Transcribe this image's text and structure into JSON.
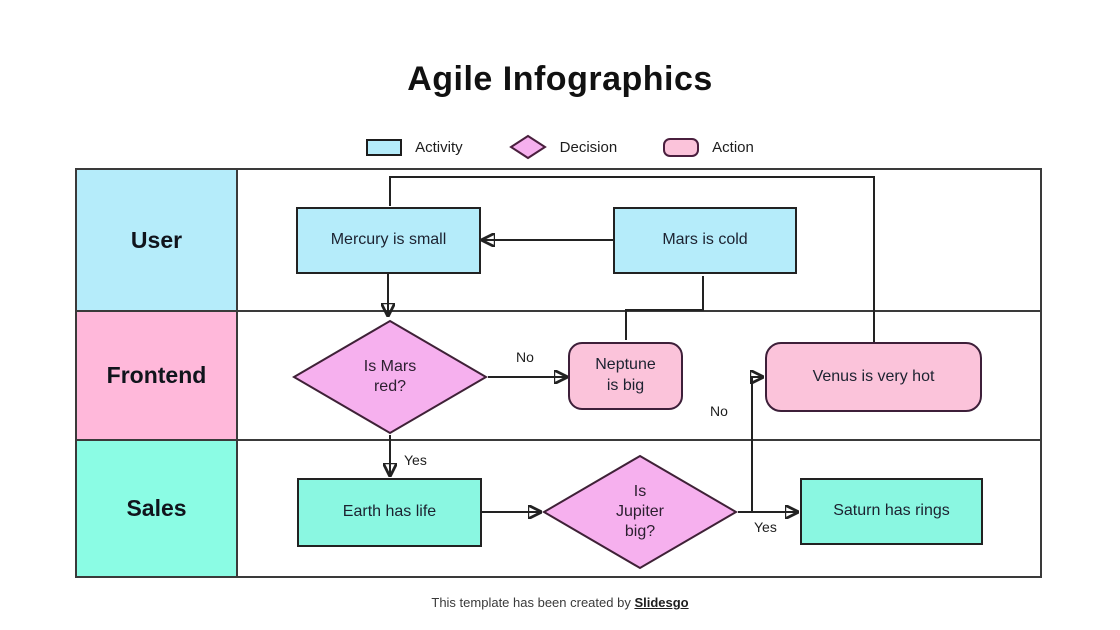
{
  "title": "Agile Infographics",
  "legend": [
    {
      "label": "Activity",
      "shape": "rect"
    },
    {
      "label": "Decision",
      "shape": "diamond"
    },
    {
      "label": "Action",
      "shape": "rounded-rect"
    }
  ],
  "lanes": [
    {
      "label": "User",
      "color": "#b5ecfa"
    },
    {
      "label": "Frontend",
      "color": "#ffb8da"
    },
    {
      "label": "Sales",
      "color": "#8bfce4"
    }
  ],
  "nodes": {
    "mercury": {
      "label": "Mercury is small",
      "type": "activity",
      "color": "#b5ecfa"
    },
    "mars": {
      "label": "Mars is cold",
      "type": "activity",
      "color": "#b5ecfa"
    },
    "is_mars_red": {
      "label": "Is Mars\nred?",
      "type": "decision",
      "color": "#f6b0ee"
    },
    "neptune": {
      "label": "Neptune\nis big",
      "type": "action",
      "color": "#fbc3da"
    },
    "venus": {
      "label": "Venus is very hot",
      "type": "action",
      "color": "#fbc3da"
    },
    "earth": {
      "label": "Earth has life",
      "type": "activity",
      "color": "#8af7e1"
    },
    "is_jupiter_big": {
      "label": "Is\nJupiter\nbig?",
      "type": "decision",
      "color": "#f6b0ee"
    },
    "saturn": {
      "label": "Saturn has rings",
      "type": "activity",
      "color": "#8af7e1"
    }
  },
  "edge_labels": {
    "mars_no": "No",
    "mars_yes": "Yes",
    "jupiter_no": "No",
    "jupiter_yes": "Yes"
  },
  "colors": {
    "activity_blue": "#b5ecfa",
    "activity_green": "#8af7e1",
    "decision_pink": "#f6b0ee",
    "action_pink": "#fbc3da",
    "line": "#222222"
  },
  "footer": {
    "text": "This template has been created by ",
    "brand": "Slidesgo"
  }
}
